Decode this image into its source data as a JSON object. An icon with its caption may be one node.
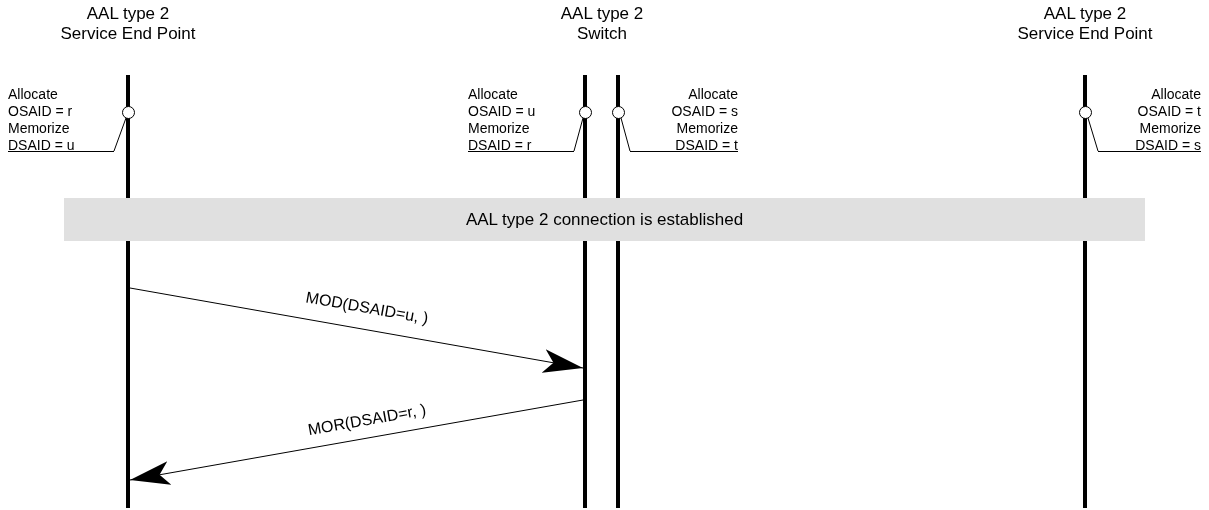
{
  "diagram": {
    "nodes": [
      {
        "text": [
          "AAL type 2",
          "Service End Point"
        ]
      },
      {
        "text": [
          "AAL type 2",
          "Switch"
        ]
      },
      {
        "text": [
          "AAL type 2",
          "Service End Point"
        ]
      },
      {
        "text": [],
        "shape": "bar"
      },
      {
        "text": [],
        "shape": "bar"
      },
      {
        "text": [],
        "shape": "bar"
      },
      {
        "text": [],
        "shape": "bar"
      },
      {
        "text": [
          "Allocate OSAID = r",
          "Memorize DSAID = u"
        ]
      },
      {
        "text": [
          "Allocate OSAID = u",
          "Memorize DSAID = r"
        ]
      },
      {
        "text": [
          "Allocate OSAID = s",
          "Memorize DSAID = t"
        ]
      },
      {
        "text": [
          "Allocate OSAID = t",
          "Memorize DSAID = s"
        ]
      },
      {
        "text": [],
        "shape": "circle"
      },
      {
        "text": [],
        "shape": "circle"
      },
      {
        "text": [],
        "shape": "circle"
      },
      {
        "text": [],
        "shape": "circle"
      },
      {
        "text": [
          "AAL type 2 connection is established"
        ]
      }
    ],
    "edges": [
      {
        "from": 7,
        "to": 11,
        "arrow": "none"
      },
      {
        "from": 8,
        "to": 12,
        "arrow": "none"
      },
      {
        "from": 9,
        "to": 13,
        "arrow": "none"
      },
      {
        "from": 10,
        "to": 14,
        "arrow": "none"
      },
      {
        "from": 3,
        "to": 4,
        "arrow": "to",
        "label": "MOD(DSAID=u, )"
      },
      {
        "from": 4,
        "to": 3,
        "arrow": "to",
        "label": "MOR(DSAID=r, )"
      }
    ]
  }
}
